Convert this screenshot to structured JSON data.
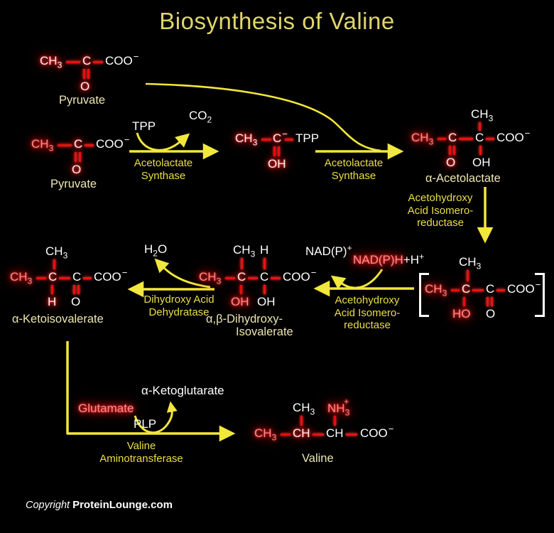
{
  "title": "Biosynthesis of Valine",
  "colors": {
    "background": "#000000",
    "arrow_yellow": "#F2E73C",
    "title_yellow": "#DFD66B",
    "enzyme_yellow": "#EBDF45",
    "compound_label_cream": "#EDE6B0",
    "atom_white": "#FFFFFF",
    "glow_red": "#FF2020",
    "bond_red": "#E81212",
    "red_atom": "#FF8A8A"
  },
  "frag": {
    "ch": "CH",
    "three": "3",
    "c": "C",
    "o": "O",
    "oh": "OH",
    "ho": "HO",
    "h": "H",
    "coo": "COO",
    "minus": "−",
    "tpp": "TPP",
    "co": "CO",
    "two": "2",
    "nh": "NH",
    "plus": "+",
    "nadp": "NAD(P)",
    "nadph": "NAD(P)H",
    "plus_h": "+H",
    "plp": "PLP"
  },
  "labels": {
    "pyruvate": "Pyruvate",
    "alpha_acetolactate": "α-Acetolactate",
    "dihydroxy_line1": "α,β-Dihydroxy-",
    "dihydroxy_line2": "Isovalerate",
    "ketoisovalerate": "α-Ketoisovalerate",
    "valine": "Valine"
  },
  "enzymes": {
    "as_line1": "Acetolactate",
    "as_line2": "Synthase",
    "ahir_line1": "Acetohydroxy",
    "ahir_line2": "Acid Isomero-",
    "ahir_line3": "reductase",
    "dad_line1": "Dihydroxy Acid",
    "dad_line2": "Dehydratase",
    "vat_line1": "Valine",
    "vat_line2": "Aminotransferase"
  },
  "cofactors": {
    "glutamate": "Glutamate",
    "ketoglutarate": "α-Ketoglutarate"
  },
  "footer": {
    "copyright": "Copyright",
    "brand": "ProteinLounge.com"
  }
}
